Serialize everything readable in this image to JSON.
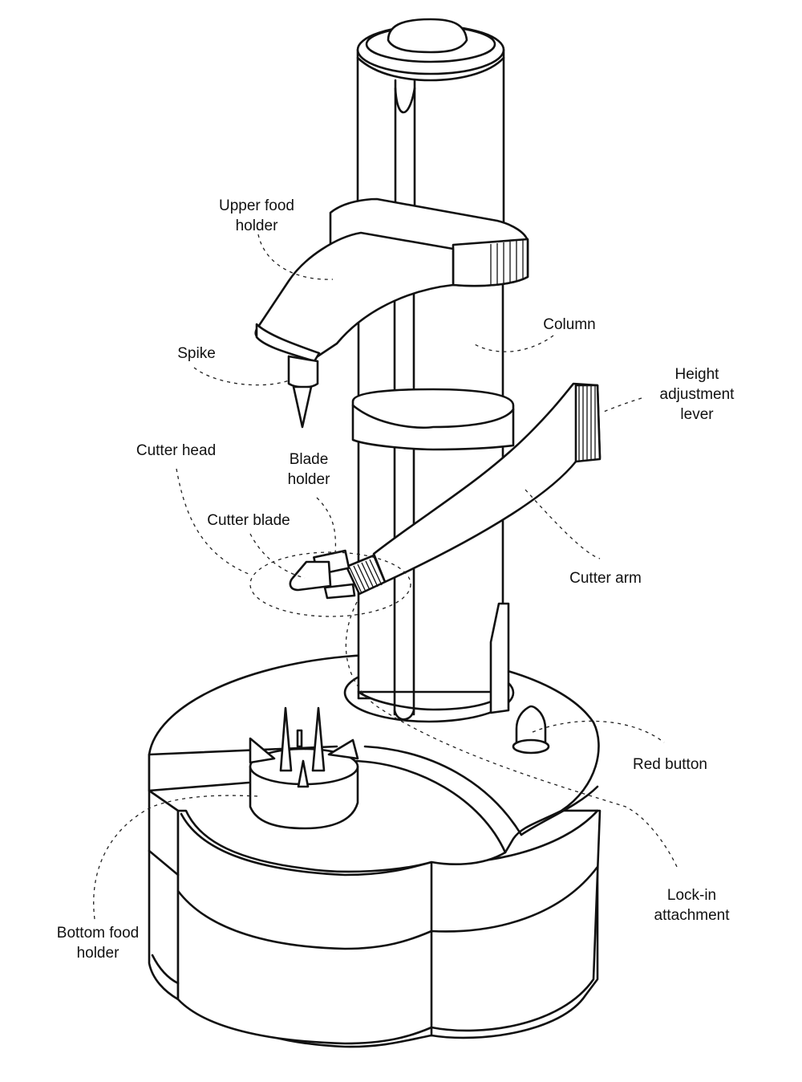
{
  "diagram": {
    "subject": "Electric rotary peeler",
    "labels": {
      "upper_food_holder": "Upper food\nholder",
      "spike": "Spike",
      "column": "Column",
      "height_adjustment_lever": "Height\nadjustment\nlever",
      "cutter_head": "Cutter head",
      "blade_holder": "Blade\nholder",
      "cutter_blade": "Cutter blade",
      "cutter_arm": "Cutter arm",
      "red_button": "Red button",
      "lock_in_attachment": "Lock-in\nattachment",
      "bottom_food_holder": "Bottom food\nholder"
    },
    "colors": {
      "line": "#111111",
      "background": "#ffffff"
    }
  }
}
